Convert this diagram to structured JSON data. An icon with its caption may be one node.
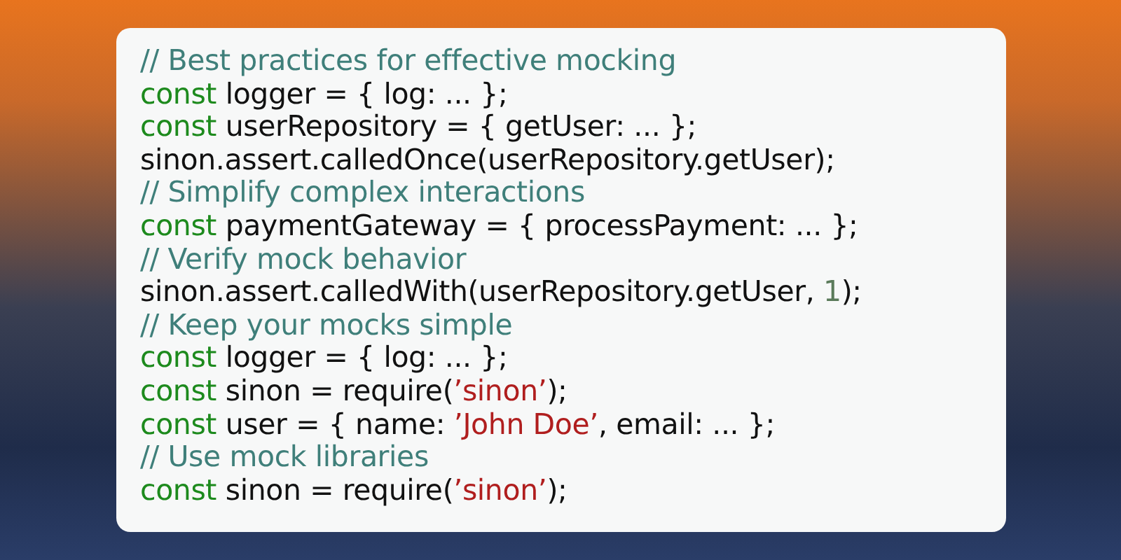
{
  "diagram": {
    "labels": [
      "// Best practices for effective mocking",
      "const logger = { log: ... };",
      "const userRepository = { getUser: ... };",
      "sinon.assert.calledOnce(userRepository.getUser);",
      "// Simplify complex interactions",
      "const paymentGateway = { processPayment: ... };",
      "// Verify mock behavior",
      "sinon.assert.calledWith(userRepository.getUser, 1);",
      "// Keep your mocks simple",
      "const logger = { log: ... };",
      "const sinon = require(’sinon’);",
      "const user = { name: ’John Doe’, email: ... };",
      "// Use mock libraries",
      "const sinon = require(’sinon’);"
    ]
  }
}
